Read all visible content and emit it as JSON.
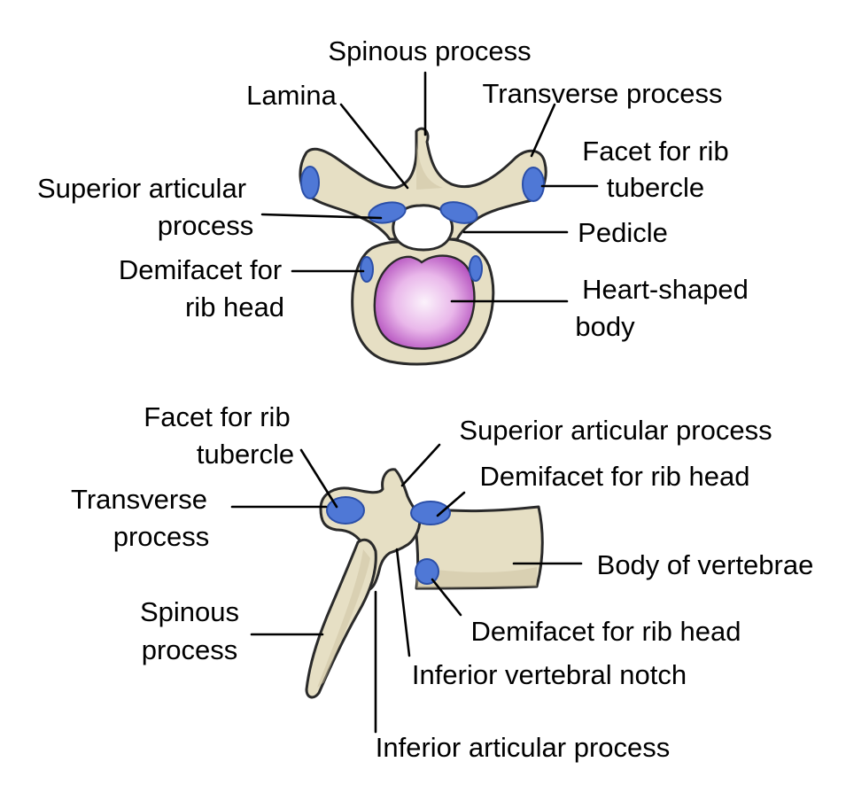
{
  "top_view": {
    "labels": {
      "spinous_process": "Spinous process",
      "lamina": "Lamina",
      "transverse_process": "Transverse process",
      "facet_rib_tubercle_1": "Facet for rib",
      "facet_rib_tubercle_2": "tubercle",
      "superior_articular_1": "Superior articular",
      "superior_articular_2": "process",
      "pedicle": "Pedicle",
      "demifacet_1": "Demifacet for",
      "demifacet_2": "rib head",
      "body_1": "Heart-shaped",
      "body_2": "body"
    }
  },
  "side_view": {
    "labels": {
      "facet_rib_tubercle_1": "Facet for rib",
      "facet_rib_tubercle_2": "tubercle",
      "superior_articular": "Superior articular process",
      "demifacet_upper": "Demifacet for rib head",
      "transverse_1": "Transverse",
      "transverse_2": "process",
      "body_of_vertebrae": "Body of vertebrae",
      "spinous_1": "Spinous",
      "spinous_2": "process",
      "demifacet_lower": "Demifacet for rib head",
      "inferior_notch": "Inferior vertebral notch",
      "inferior_articular": "Inferior articular process"
    }
  },
  "colors": {
    "bone": "#e6dfc4",
    "facet": "#4f78d6",
    "vertebral_body": "#c86ad0"
  }
}
